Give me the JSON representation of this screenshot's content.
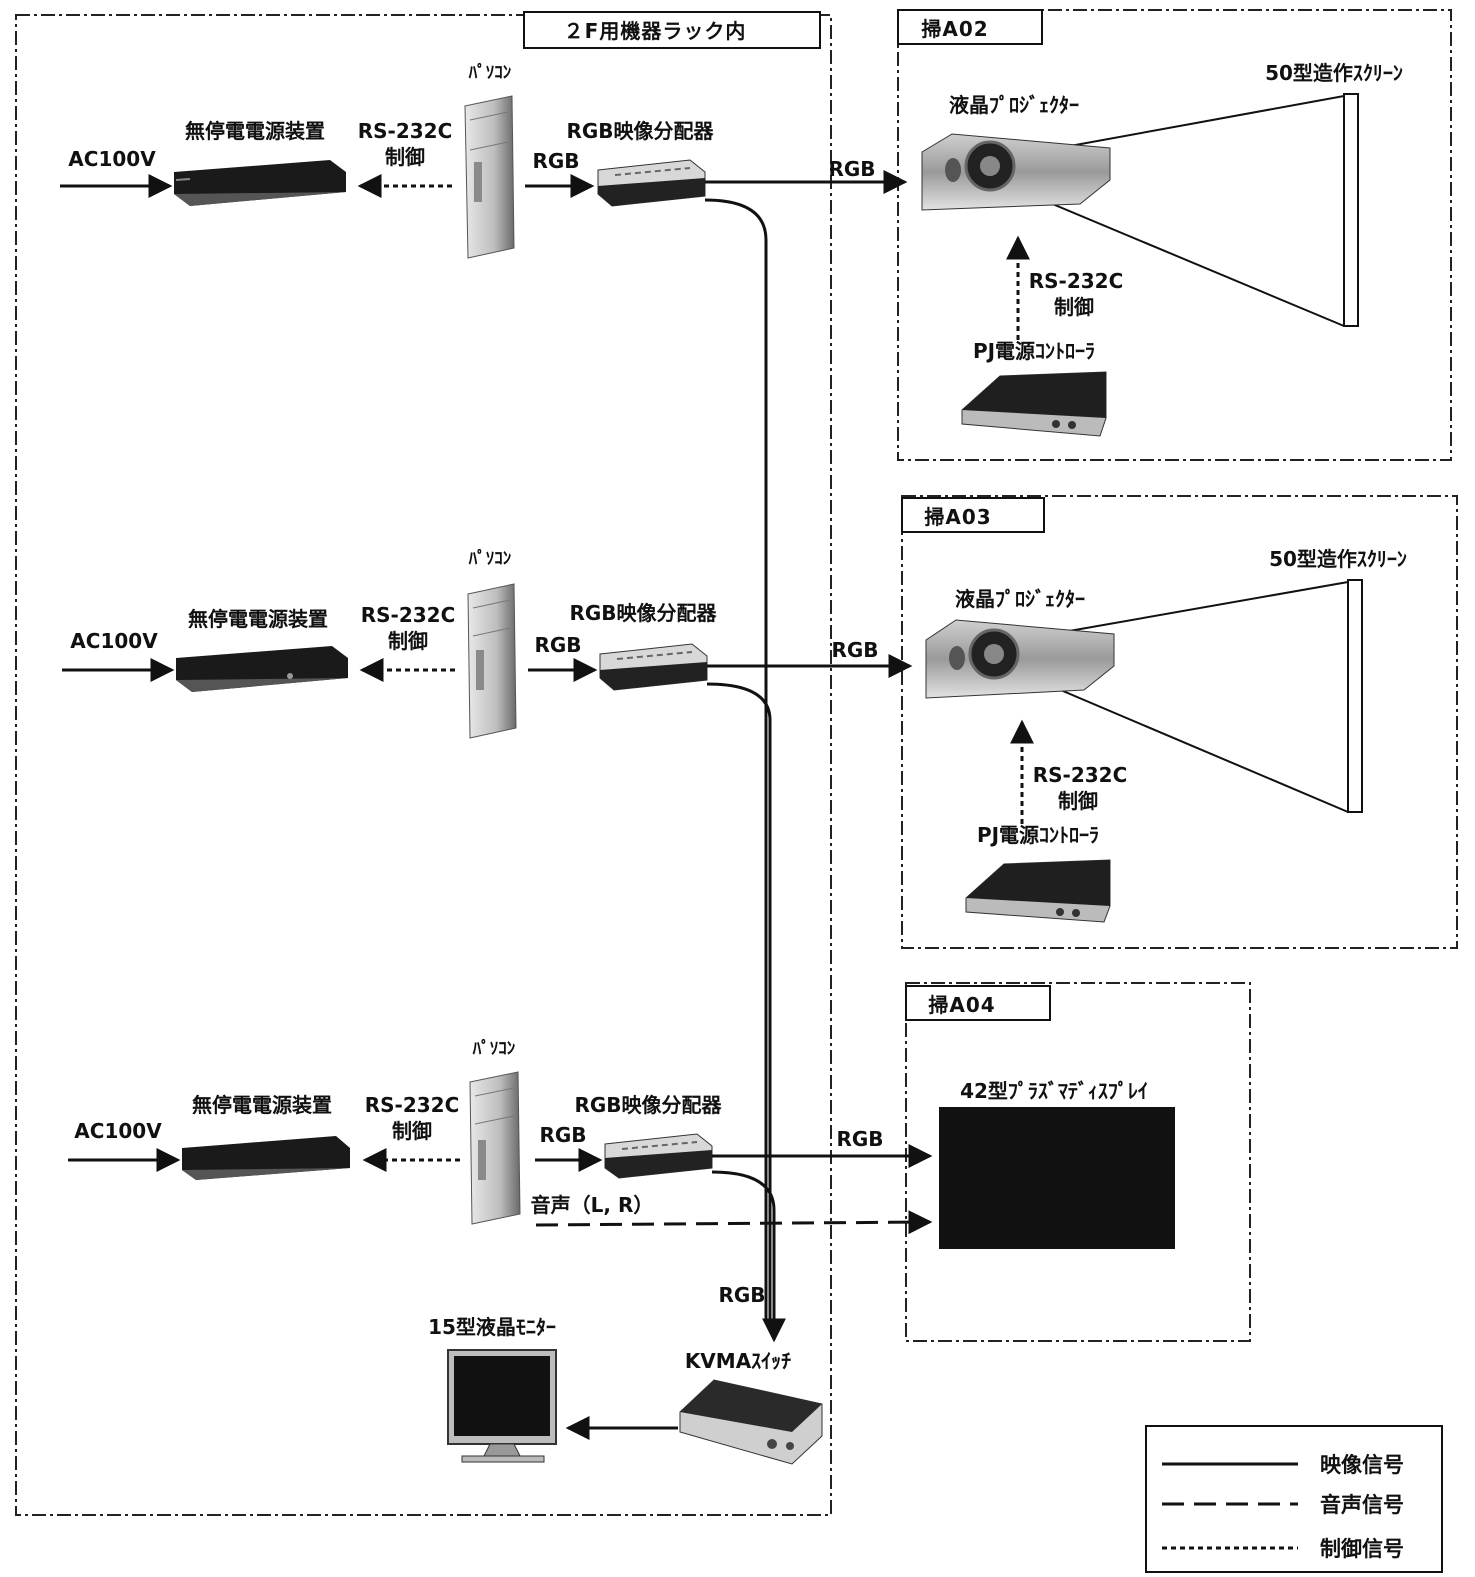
{
  "regions": {
    "rack": "２F用機器ラック内",
    "room_a02": "掃A02",
    "room_a03": "掃A03",
    "room_a04": "掃A04"
  },
  "rows": [
    {
      "ac": "AC100V",
      "ups": "無停電電源装置",
      "ctrl_line1": "RS-232C",
      "ctrl_line2": "制御",
      "pc": "ﾊﾟｿｺﾝ",
      "rgb": "RGB",
      "splitter": "RGB映像分配器",
      "rgb_out": "RGB"
    },
    {
      "ac": "AC100V",
      "ups": "無停電電源装置",
      "ctrl_line1": "RS-232C",
      "ctrl_line2": "制御",
      "pc": "ﾊﾟｿｺﾝ",
      "rgb": "RGB",
      "splitter": "RGB映像分配器",
      "rgb_out": "RGB"
    },
    {
      "ac": "AC100V",
      "ups": "無停電電源装置",
      "ctrl_line1": "RS-232C",
      "ctrl_line2": "制御",
      "pc": "ﾊﾟｿｺﾝ",
      "rgb": "RGB",
      "splitter": "RGB映像分配器",
      "rgb_out": "RGB",
      "audio": "音声（L, R）"
    }
  ],
  "rooms": [
    {
      "screen": "50型造作ｽｸﾘｰﾝ",
      "projector": "液晶ﾌﾟﾛｼﾞｪｸﾀｰ",
      "ctrl_line1": "RS-232C",
      "ctrl_line2": "制御",
      "controller": "PJ電源ｺﾝﾄﾛｰﾗ"
    },
    {
      "screen": "50型造作ｽｸﾘｰﾝ",
      "projector": "液晶ﾌﾟﾛｼﾞｪｸﾀｰ",
      "ctrl_line1": "RS-232C",
      "ctrl_line2": "制御",
      "controller": "PJ電源ｺﾝﾄﾛｰﾗ"
    }
  ],
  "plasma": "42型ﾌﾟﾗｽﾞﾏﾃﾞｨｽﾌﾟﾚｲ",
  "kvm_rgb": "RGB",
  "kvm": "KVMAｽｲｯﾁ",
  "monitor": "15型液晶ﾓﾆﾀｰ",
  "legend": {
    "video": "映像信号",
    "audio": "音声信号",
    "control": "制御信号"
  }
}
